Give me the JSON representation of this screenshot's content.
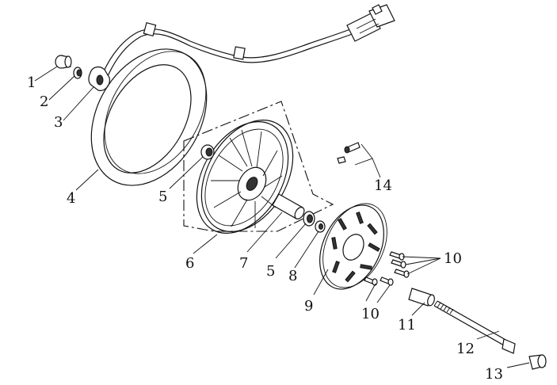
{
  "callouts": [
    {
      "id": "c1",
      "label": "1"
    },
    {
      "id": "c2",
      "label": "2"
    },
    {
      "id": "c3",
      "label": "3"
    },
    {
      "id": "c4",
      "label": "4"
    },
    {
      "id": "c5a",
      "label": "5"
    },
    {
      "id": "c6",
      "label": "6"
    },
    {
      "id": "c7",
      "label": "7"
    },
    {
      "id": "c5b",
      "label": "5"
    },
    {
      "id": "c8",
      "label": "8"
    },
    {
      "id": "c9",
      "label": "9"
    },
    {
      "id": "c10a",
      "label": "10"
    },
    {
      "id": "c10b",
      "label": "10"
    },
    {
      "id": "c11",
      "label": "11"
    },
    {
      "id": "c12",
      "label": "12"
    },
    {
      "id": "c13",
      "label": "13"
    },
    {
      "id": "c14",
      "label": "14"
    }
  ]
}
